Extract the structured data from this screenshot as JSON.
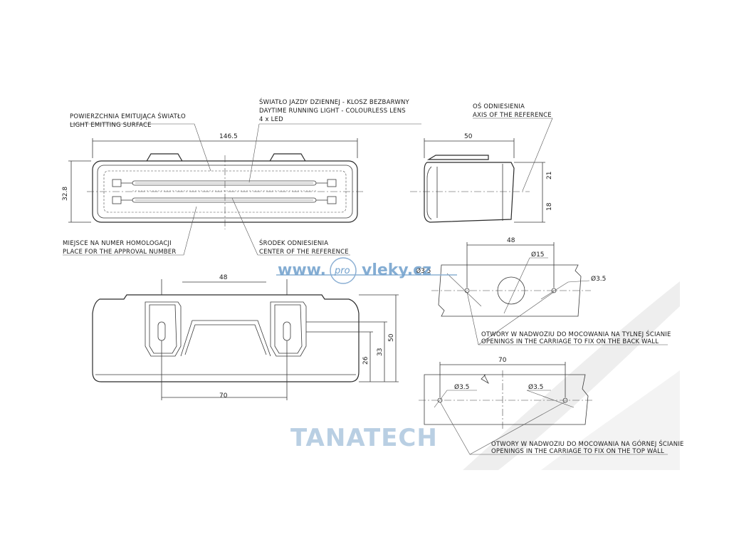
{
  "front_view": {
    "label_light_surface_pl": "POWIERZCHNIA EMITUJĄCA ŚWIATŁO",
    "label_light_surface_en": "LIGHT EMITTING SURFACE",
    "label_drl_pl": "ŚWIATŁO JAZDY DZIENNEJ - KLOSZ BEZBARWNY",
    "label_drl_en": "DAYTIME RUNNING LIGHT - COLOURLESS LENS",
    "label_led": "4 x LED",
    "label_approval_pl": "MIEJSCE NA NUMER HOMOLOGACJI",
    "label_approval_en": "PLACE FOR THE APPROVAL NUMBER",
    "label_center_pl": "ŚRODEK ODNIESIENIA",
    "label_center_en": "CENTER OF THE REFERENCE",
    "dim_width": "146.5",
    "dim_height": "32.8"
  },
  "side_view": {
    "label_axis_pl": "OŚ ODNIESIENIA",
    "label_axis_en": "AXIS OF THE REFERENCE",
    "dim_depth": "50",
    "dim_upper": "21",
    "dim_lower": "18"
  },
  "top_view": {
    "dim_top": "48",
    "dim_bottom": "70",
    "dim_h26": "26",
    "dim_h33": "33",
    "dim_h50": "50"
  },
  "back_wall": {
    "dim_spacing": "48",
    "dim_center_hole": "Ø15",
    "dim_hole_left": "Ø3.5",
    "dim_hole_right": "Ø3.5",
    "label_pl": "OTWORY W NADWOZIU DO MOCOWANIA NA TYLNEJ ŚCIANIE",
    "label_en": "OPENINGS IN THE CARRIAGE TO FIX ON THE BACK WALL"
  },
  "top_wall": {
    "dim_spacing": "70",
    "dim_hole_left": "Ø3.5",
    "dim_hole_right": "Ø3.5",
    "label_pl": "OTWORY W NADWOZIU DO MOCOWANIA NA GÓRNEJ ŚCIANIE",
    "label_en": "OPENINGS IN THE CARRIAGE TO FIX ON THE TOP WALL"
  },
  "watermarks": {
    "url_left": "www.",
    "url_pro": "pro",
    "url_right": "vleky.cz",
    "brand": "TANATECH",
    "url_color": "#6f9fcc",
    "brand_color": "#b9cfe3"
  }
}
